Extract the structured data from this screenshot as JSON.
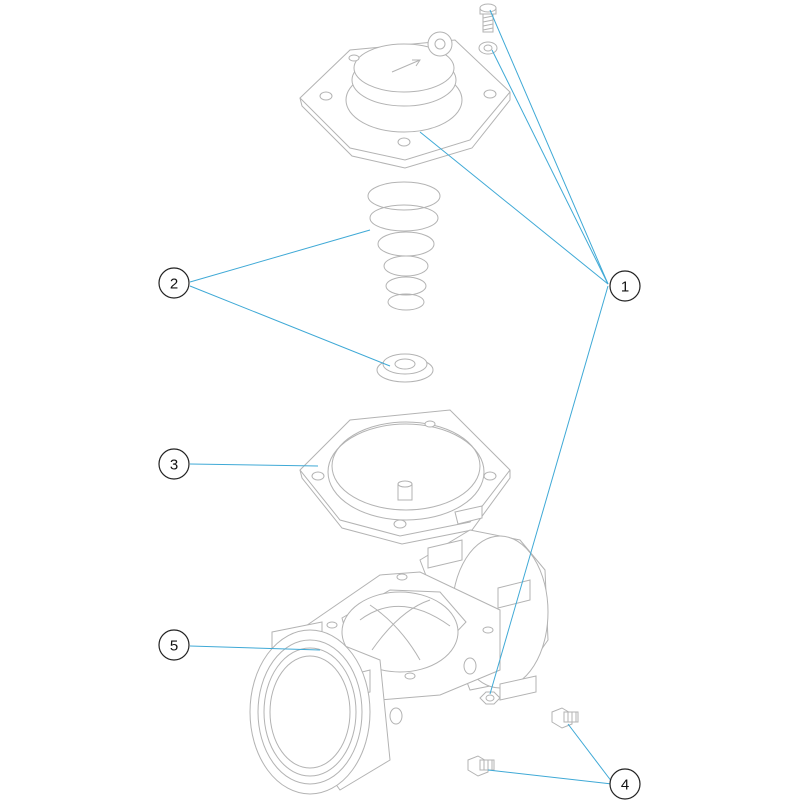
{
  "callouts": [
    {
      "id": "1",
      "label": "1"
    },
    {
      "id": "2",
      "label": "2"
    },
    {
      "id": "3",
      "label": "3"
    },
    {
      "id": "4",
      "label": "4"
    },
    {
      "id": "5",
      "label": "5"
    }
  ],
  "colors": {
    "leader": "#3fa9d6",
    "outline": "#b3b3b3",
    "callout_stroke": "#222222"
  }
}
